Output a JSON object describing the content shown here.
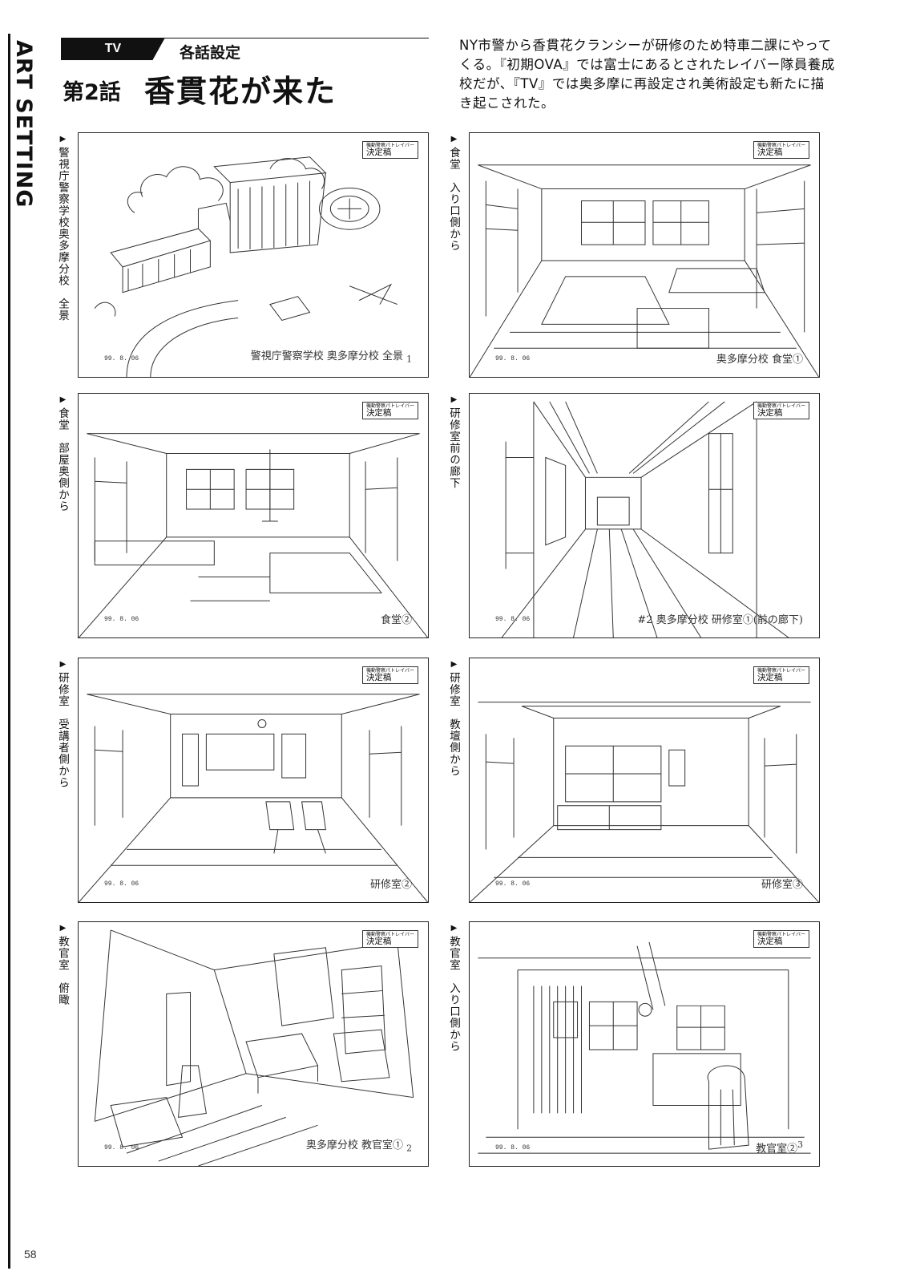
{
  "page": {
    "section_label": "ART SETTING",
    "page_number": "58"
  },
  "header": {
    "badge": "TV",
    "subtitle": "各話設定",
    "episode_number": "第2話",
    "episode_title": "香貫花が来た",
    "intro": "NY市警から香貫花クランシーが研修のため特車二課にやってくる。『初期OVA』では富士にあるとされたレイバー隊員養成校だが、『TV』では奥多摩に再設定され美術設定も新たに描き起こされた。"
  },
  "panels": [
    {
      "caption": "警視庁警察学校奥多摩分校　全景",
      "stamp_small": "機動警察パトレイバー",
      "stamp": "決定稿",
      "date": "99. 8. 06",
      "label": "警視庁警察学校 奥多摩分校 全景",
      "label_note": "1"
    },
    {
      "caption": "食堂　入り口側から",
      "stamp_small": "機動警察パトレイバー",
      "stamp": "決定稿",
      "date": "99. 8. 06",
      "label": "奥多摩分校 食堂①",
      "label_note": ""
    },
    {
      "caption": "食堂　部屋奥側から",
      "stamp_small": "機動警察パトレイバー",
      "stamp": "決定稿",
      "date": "99. 8. 06",
      "label": "食堂②",
      "label_note": ""
    },
    {
      "caption": "研修室前の廊下",
      "stamp_small": "機動警察パトレイバー",
      "stamp": "決定稿",
      "date": "99. 8. 06",
      "label": "奥多摩分校 研修室①(前の廊下)",
      "label_note": "#2"
    },
    {
      "caption": "研修室　受講者側から",
      "stamp_small": "機動警察パトレイバー",
      "stamp": "決定稿",
      "date": "99. 8. 06",
      "label": "研修室②",
      "label_note": ""
    },
    {
      "caption": "研修室　教壇側から",
      "stamp_small": "機動警察パトレイバー",
      "stamp": "決定稿",
      "date": "99. 8. 06",
      "label": "研修室③",
      "label_note": ""
    },
    {
      "caption": "教官室　俯瞰",
      "stamp_small": "機動警察パトレイバー",
      "stamp": "決定稿",
      "date": "99. 8. 06",
      "label": "奥多摩分校 教官室①",
      "label_note": "2"
    },
    {
      "caption": "教官室　入り口側から",
      "stamp_small": "機動警察パトレイバー",
      "stamp": "決定稿",
      "date": "99. 8. 06",
      "label": "教官室②",
      "label_note": "3"
    }
  ]
}
